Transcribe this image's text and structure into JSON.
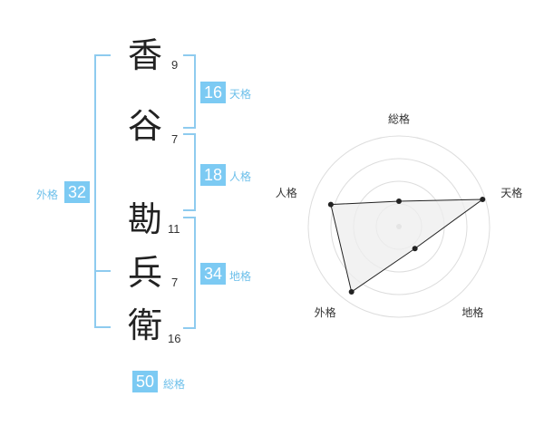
{
  "name": {
    "chars": [
      {
        "char": "香",
        "strokes": "9"
      },
      {
        "char": "谷",
        "strokes": "7"
      },
      {
        "char": "勘",
        "strokes": "11"
      },
      {
        "char": "兵",
        "strokes": "7"
      },
      {
        "char": "衛",
        "strokes": "16"
      }
    ]
  },
  "kaku": {
    "tenkaku": {
      "value": "16",
      "label": "天格"
    },
    "jinkaku": {
      "value": "18",
      "label": "人格"
    },
    "chikaku": {
      "value": "34",
      "label": "地格"
    },
    "gaikaku": {
      "value": "32",
      "label": "外格"
    },
    "soukaku": {
      "value": "50",
      "label": "総格"
    }
  },
  "chart_data": {
    "type": "radar",
    "axes": [
      "総格",
      "天格",
      "地格",
      "外格",
      "人格"
    ],
    "values": [
      0.28,
      0.97,
      0.3,
      0.89,
      0.79
    ],
    "scale_max": 1,
    "rings": 4,
    "colors": {
      "fill": "#eeeeee",
      "line": "#222222",
      "grid": "#dddddd"
    }
  }
}
